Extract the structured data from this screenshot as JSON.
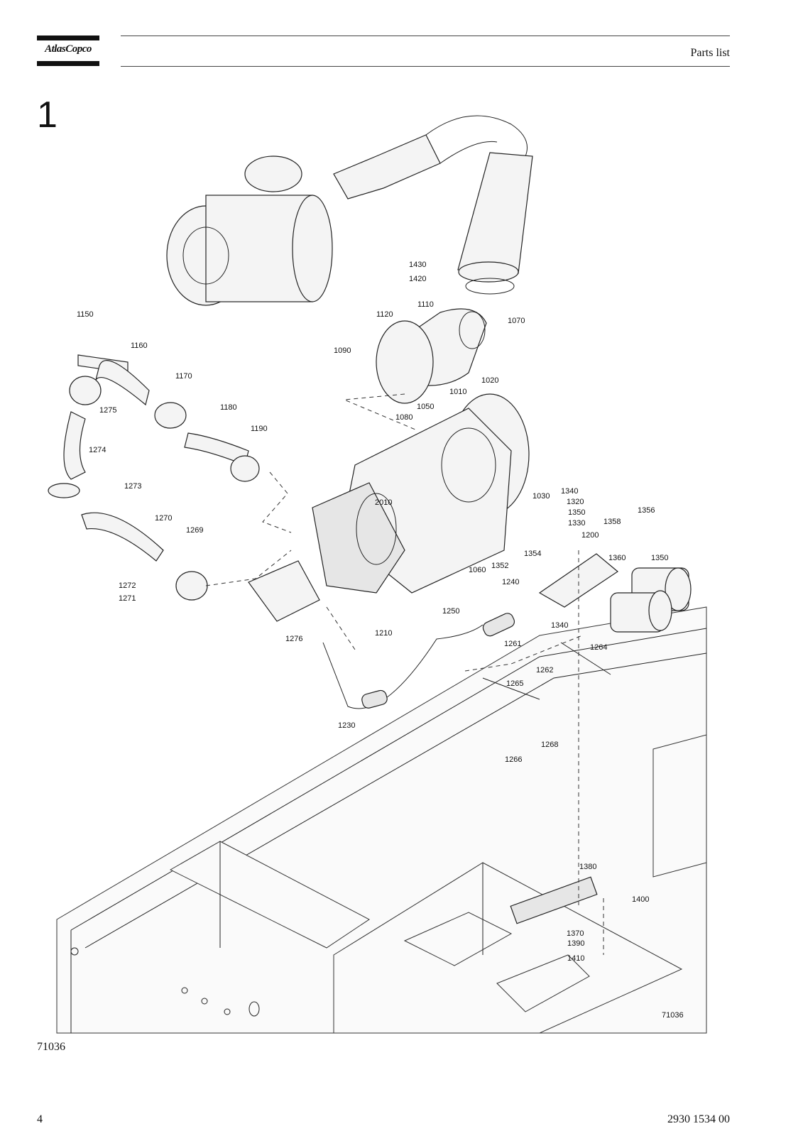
{
  "header": {
    "logo_text": "AtlasCopco",
    "title": "Parts list"
  },
  "section": {
    "number": "1"
  },
  "figure": {
    "id": "71036",
    "inner_id": "71036",
    "callouts": [
      "1430",
      "1420",
      "1110",
      "1120",
      "1070",
      "1090",
      "1150",
      "1160",
      "1170",
      "1275",
      "1180",
      "1190",
      "1274",
      "1273",
      "1270",
      "1269",
      "1272",
      "1271",
      "1080",
      "1050",
      "1010",
      "1020",
      "2010",
      "1030",
      "1340",
      "1320",
      "1350",
      "1330",
      "1200",
      "1356",
      "1358",
      "1354",
      "1060",
      "1352",
      "1360",
      "1350",
      "1240",
      "1250",
      "1276",
      "1210",
      "1340",
      "1261",
      "1264",
      "1262",
      "1265",
      "1230",
      "1268",
      "1266",
      "1380",
      "1400",
      "1370",
      "1390",
      "1410"
    ]
  },
  "footer": {
    "page_number": "4",
    "document_number": "2930 1534 00"
  }
}
